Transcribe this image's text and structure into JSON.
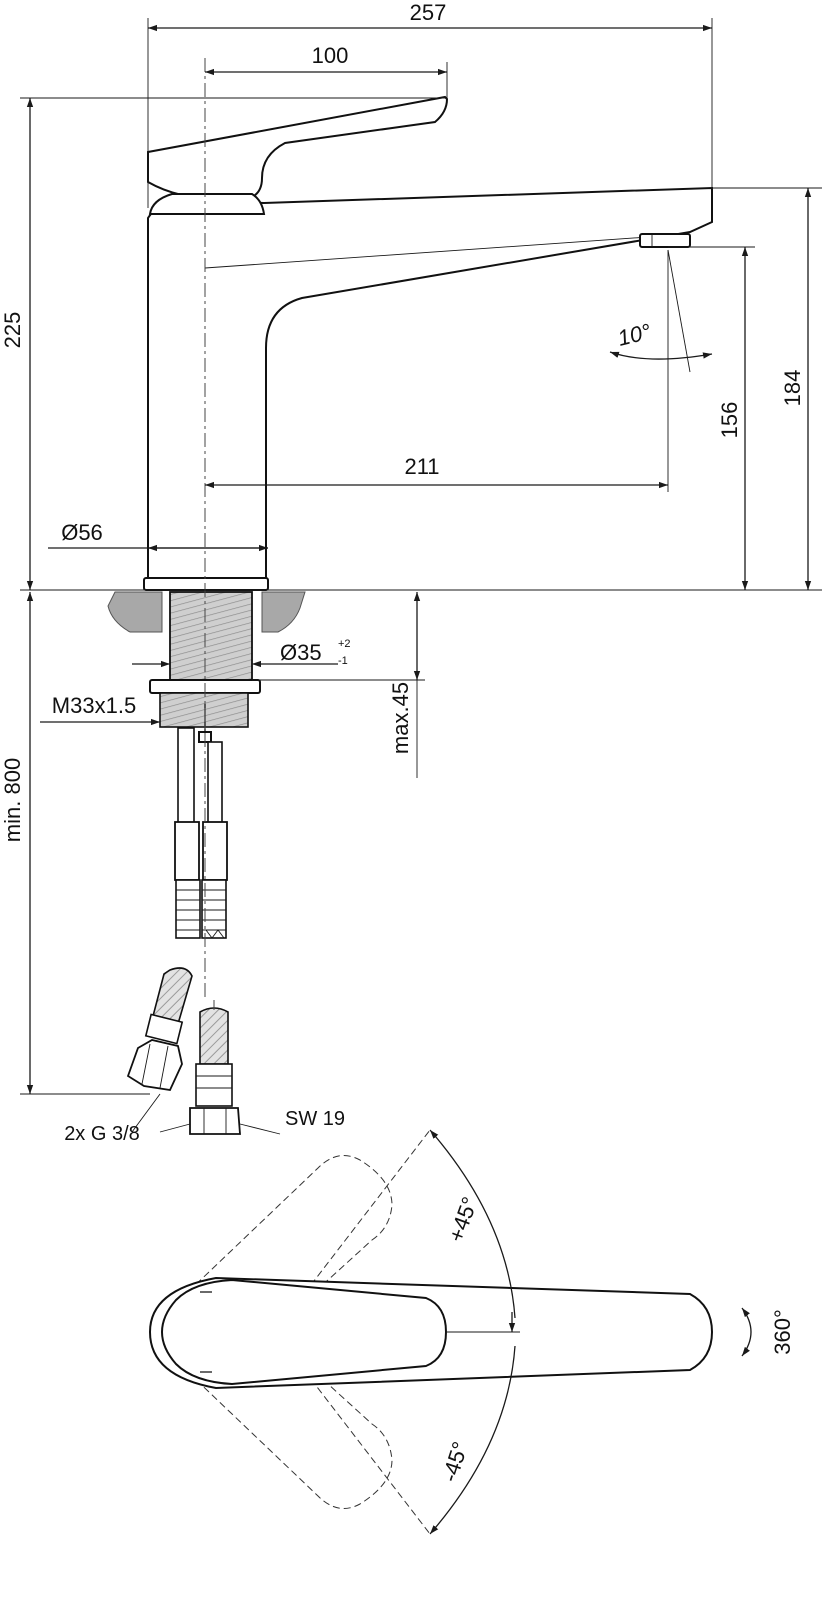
{
  "dimensions": {
    "total_width": "257",
    "spout_offset": "100",
    "total_height": "225",
    "spout_reach": "211",
    "base_diameter": "Ø56",
    "spout_angle": "10°",
    "outlet_height": "156",
    "spout_height": "184",
    "hole_diameter": "Ø35",
    "hole_tol_plus": "+2",
    "hole_tol_minus": "-1",
    "thread": "M33x1.5",
    "max_thickness": "max.45",
    "hose_length": "min. 800",
    "connection": "2x  G 3/8",
    "spanner": "SW 19",
    "lever_up": "+45°",
    "lever_down": "-45°",
    "rotation": "360°"
  }
}
